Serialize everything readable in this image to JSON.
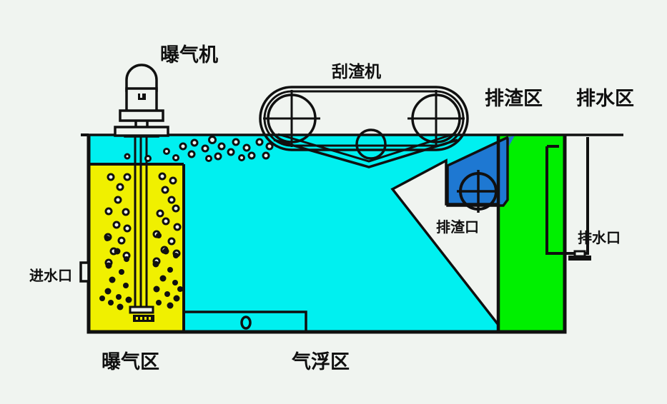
{
  "diagram": {
    "title_semantic": "dissolved-air-flotation-tank-schematic",
    "background_color": "#f0f4f0",
    "outline_color": "#101010"
  },
  "labels": {
    "aerator_machine": "曝气机",
    "scraper_machine": "刮渣机",
    "slag_discharge_zone": "排渣区",
    "water_discharge_zone": "排水区",
    "slag_outlet": "排渣口",
    "water_outlet": "排水口",
    "water_inlet": "进水口",
    "aeration_zone": "曝气区",
    "flotation_zone": "气浮区"
  },
  "colors": {
    "water_cyan": "#00f0f0",
    "aeration_yellow": "#f0f000",
    "sludge_blue": "#1e78d2",
    "effluent_green": "#00f000",
    "white_fill": "#f0f4f0",
    "stroke": "#101010"
  },
  "zones": [
    {
      "name": "aeration",
      "label": "曝气区",
      "fill": "#f0f000"
    },
    {
      "name": "flotation",
      "label": "气浮区",
      "fill": "#00f0f0"
    },
    {
      "name": "slag-discharge",
      "label": "排渣区",
      "fill": "#1e78d2"
    },
    {
      "name": "water-discharge",
      "label": "排水区",
      "fill": "#00f000"
    }
  ],
  "equipment": [
    {
      "name": "aerator",
      "label": "曝气机"
    },
    {
      "name": "scraper-conveyor",
      "label": "刮渣机"
    }
  ],
  "ports": [
    {
      "name": "water-inlet",
      "label": "进水口"
    },
    {
      "name": "slag-outlet",
      "label": "排渣口"
    },
    {
      "name": "water-outlet",
      "label": "排水口"
    }
  ]
}
